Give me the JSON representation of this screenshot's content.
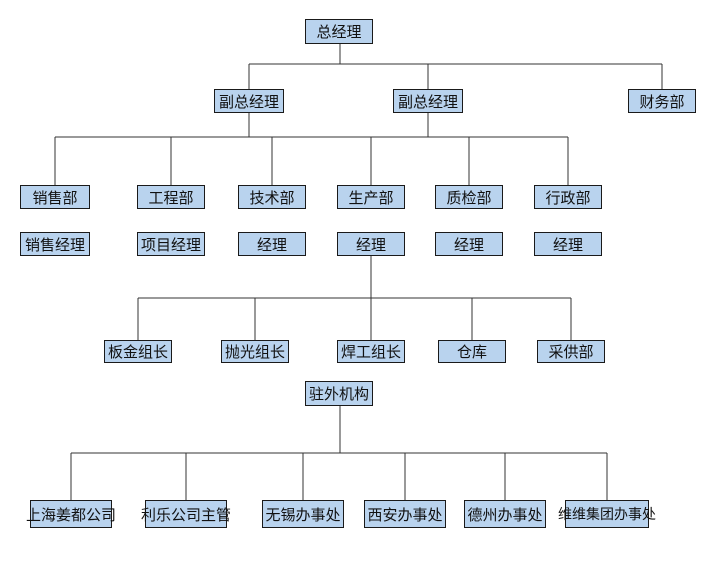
{
  "nodes": {
    "ceo": "总经理",
    "vgm1": "副总经理",
    "vgm2": "副总经理",
    "finance": "财务部",
    "sales": "销售部",
    "engineering": "工程部",
    "tech": "技术部",
    "production": "生产部",
    "qc": "质检部",
    "admin": "行政部",
    "sales_mgr": "销售经理",
    "project_mgr": "项目经理",
    "tech_mgr": "经理",
    "prod_mgr": "经理",
    "qc_mgr": "经理",
    "admin_mgr": "经理",
    "sheetmetal": "板金组长",
    "polish": "抛光组长",
    "welding": "焊工组长",
    "warehouse": "仓库",
    "purchasing": "采供部",
    "resident": "驻外机构",
    "shanghai": "上海姜都公司",
    "lile": "利乐公司主管",
    "wuxi": "无锡办事处",
    "xian": "西安办事处",
    "dezhou": "德州办事处",
    "weiwei": "维维集团办事处"
  },
  "colors": {
    "box_fill": "#b9d3ee",
    "box_border": "#1a1a1a",
    "line": "#333333"
  }
}
